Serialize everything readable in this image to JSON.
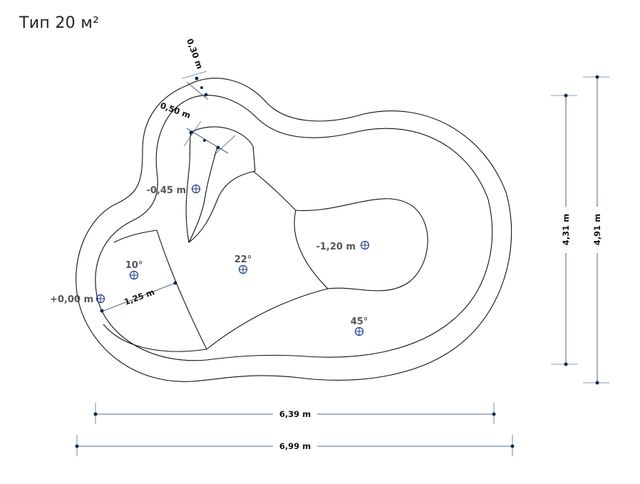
{
  "title": "Тип 20 м²",
  "colors": {
    "outline": "#111111",
    "dimension": "#1f3b5c",
    "marker": "#1b3a8c",
    "label": "#555555"
  },
  "dimensions": {
    "rim_width": "0,30 m",
    "wall_width": "0,50 m",
    "step_width": "1,25 m",
    "inner_width": "6,39 m",
    "outer_width": "6,99 m",
    "inner_height": "4,31 m",
    "outer_height": "4,91 m"
  },
  "levels": {
    "top": "+0,00 m",
    "shelf": "-0,45 m",
    "deep": "-1,20 m"
  },
  "slopes": {
    "a": "10°",
    "b": "22°",
    "c": "45°"
  },
  "icons": {
    "level_marker": "crosshair-circle-icon",
    "dimension_end": "dot-icon"
  }
}
